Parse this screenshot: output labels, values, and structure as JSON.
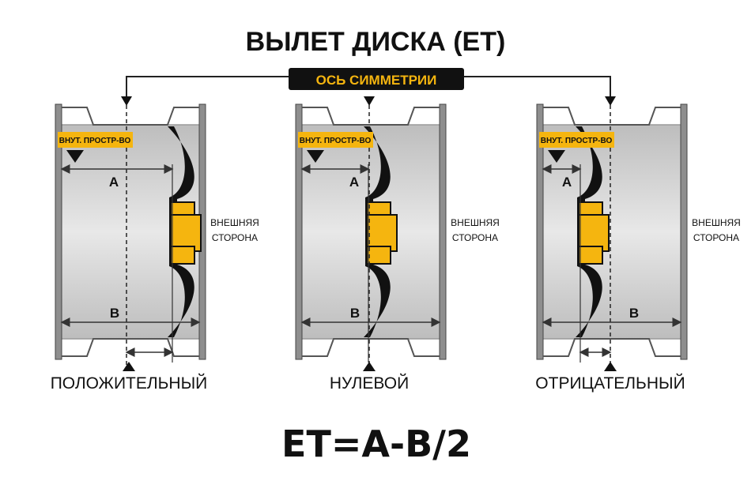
{
  "title": "ВЫЛЕТ ДИСКА (ЕТ)",
  "symmetry_axis_label": "ОСЬ СИММЕТРИИ",
  "formula": "ЕТ=А-В/2",
  "wheels": [
    {
      "caption": "ПОЛОЖИТЕЛЬНЫЙ",
      "inner_label": "ВНУТ. ПРОСТР-ВО",
      "dim_a": "А",
      "dim_b": "В",
      "outer_line1": "ВНЕШНЯЯ",
      "outer_line2": "СТОРОНА"
    },
    {
      "caption": "НУЛЕВОЙ",
      "inner_label": "ВНУТ. ПРОСТР-ВО",
      "dim_a": "А",
      "dim_b": "В",
      "outer_line1": "ВНЕШНЯЯ",
      "outer_line2": "СТОРОНА"
    },
    {
      "caption": "ОТРИЦАТЕЛЬНЫЙ",
      "inner_label": "ВНУТ. ПРОСТР-ВО",
      "dim_a": "А",
      "dim_b": "В",
      "outer_line1": "ВНЕШНЯЯ",
      "outer_line2": "СТОРОНА"
    }
  ],
  "colors": {
    "accent": "#f5b50f",
    "ink": "#111111",
    "rim": "#cfcfcf",
    "rim_edge": "#9a9a9a"
  }
}
